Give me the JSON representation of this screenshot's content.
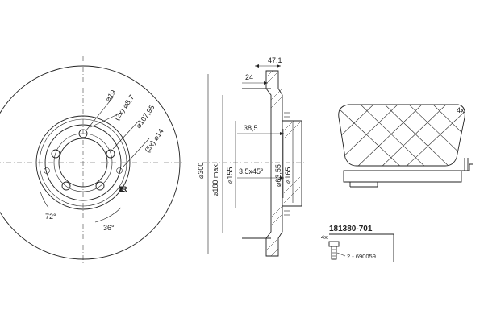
{
  "watermark": "ICER",
  "disc": {
    "dims": {
      "d19": "⌀19",
      "d2x87": "(2x) ⌀8,7",
      "d10795": "⌀107,95",
      "d5x14": "(5x) ⌀14",
      "ang72": "72°",
      "ang36": "36°"
    }
  },
  "section": {
    "dims": {
      "d471": "47,1",
      "d24": "24",
      "d385": "38,5",
      "d3545": "3,5x45°",
      "d300": "⌀300",
      "d180": "⌀180 max.",
      "d155": "⌀155",
      "d6355": "⌀63,55",
      "d165": "⌀165"
    }
  },
  "pads": {
    "qty": "4x"
  },
  "kit": {
    "code": "181380-701",
    "qty": "4x",
    "bolt_ref": "2 - 690059"
  }
}
